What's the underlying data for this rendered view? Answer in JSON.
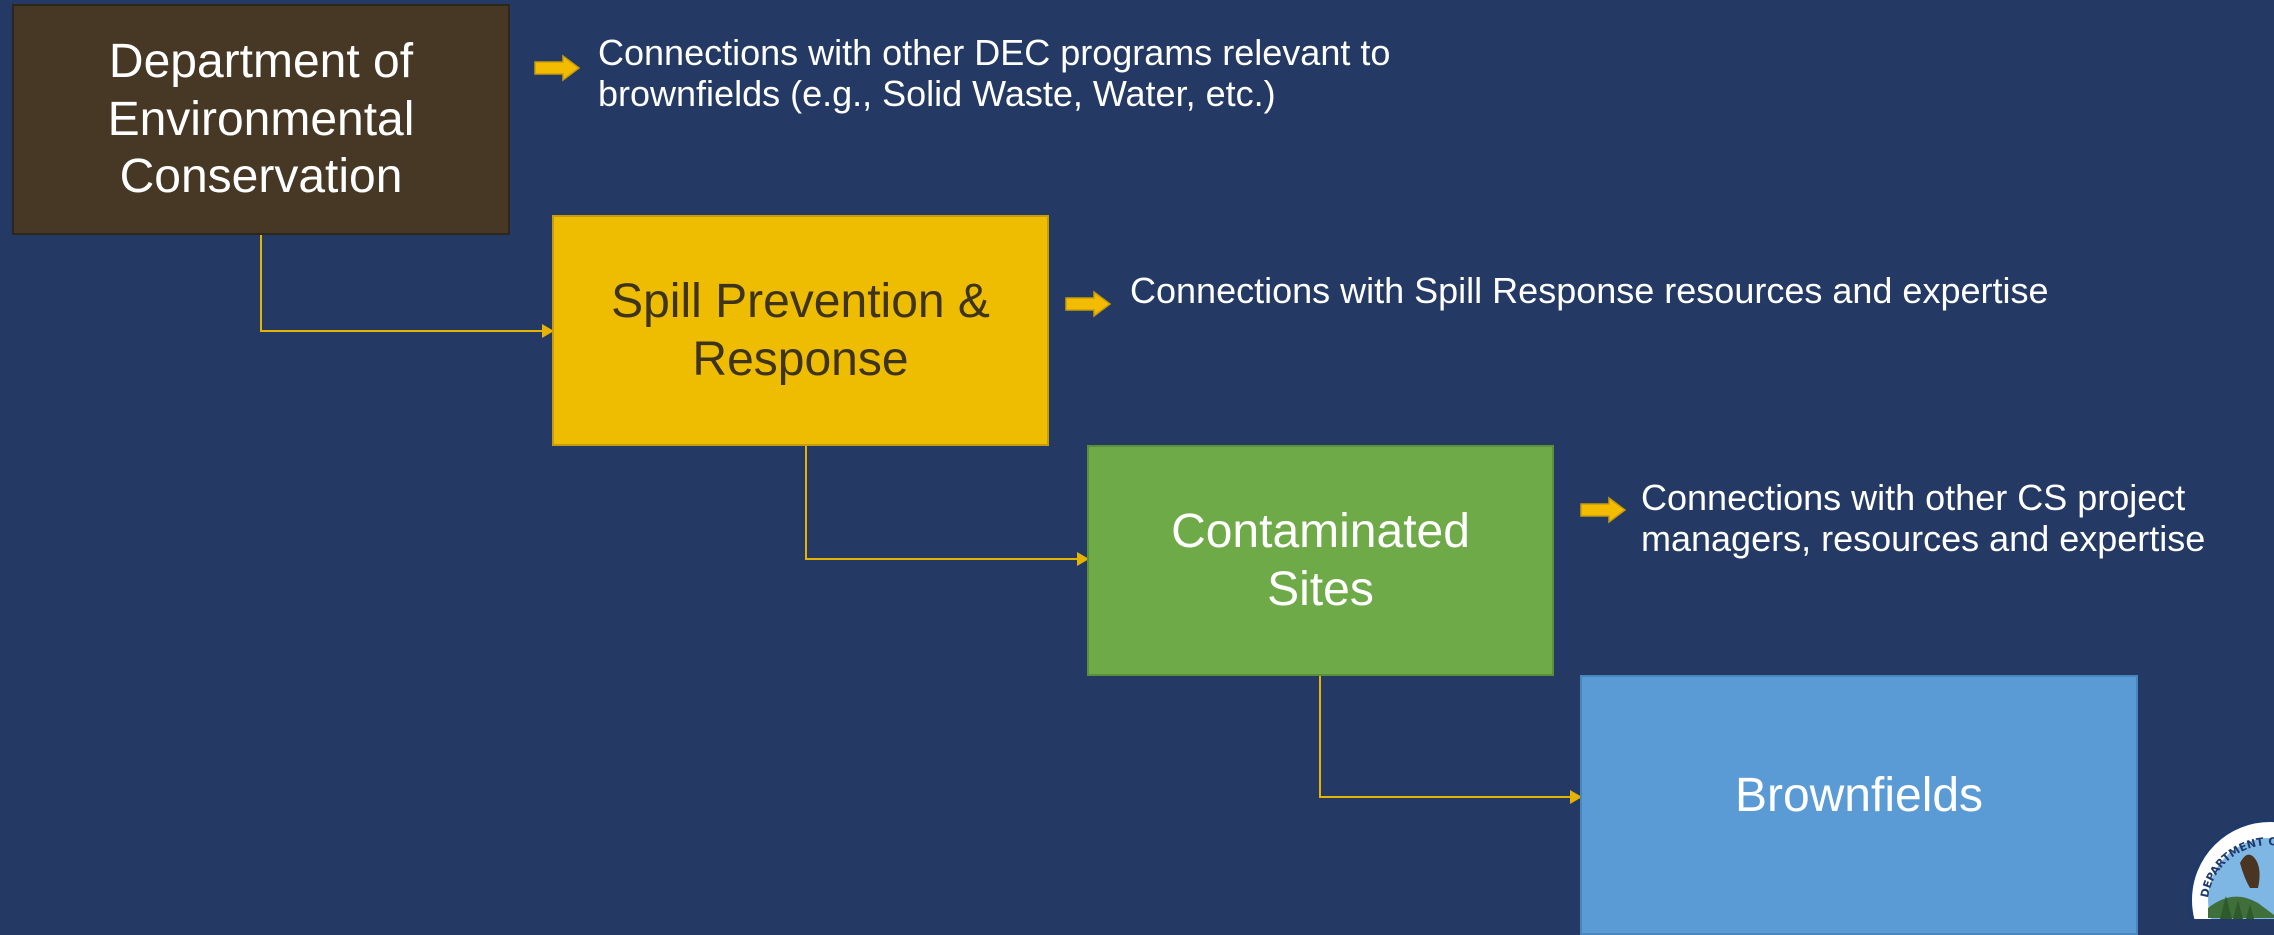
{
  "diagram": {
    "boxes": {
      "dec": {
        "line1": "Department of",
        "line2": "Environmental",
        "line3": "Conservation"
      },
      "spill": {
        "line1": "Spill Prevention &",
        "line2": "Response"
      },
      "cs": {
        "line1": "Contaminated",
        "line2": "Sites"
      },
      "brownfields": {
        "label": "Brownfields"
      }
    },
    "notes": {
      "dec": {
        "line1": "Connections with other DEC programs relevant to",
        "line2": "brownfields (e.g., Solid Waste, Water, etc.)"
      },
      "spill": {
        "line1": "Connections with Spill Response resources and expertise"
      },
      "cs": {
        "line1": "Connections with other CS project",
        "line2": "managers, resources and expertise"
      }
    },
    "seal": {
      "text": "DEPARTMENT OF ENVIRONMENTAL"
    },
    "colors": {
      "background": "#243a64",
      "dec": "#463824",
      "spill": "#eebc00",
      "cs": "#6faa48",
      "brownfields": "#5b9bd5",
      "connector": "#e6b400",
      "arrow": "#f4bc00"
    },
    "icons": [
      "right-arrow-icon",
      "connector-line",
      "dec-seal-logo"
    ]
  }
}
